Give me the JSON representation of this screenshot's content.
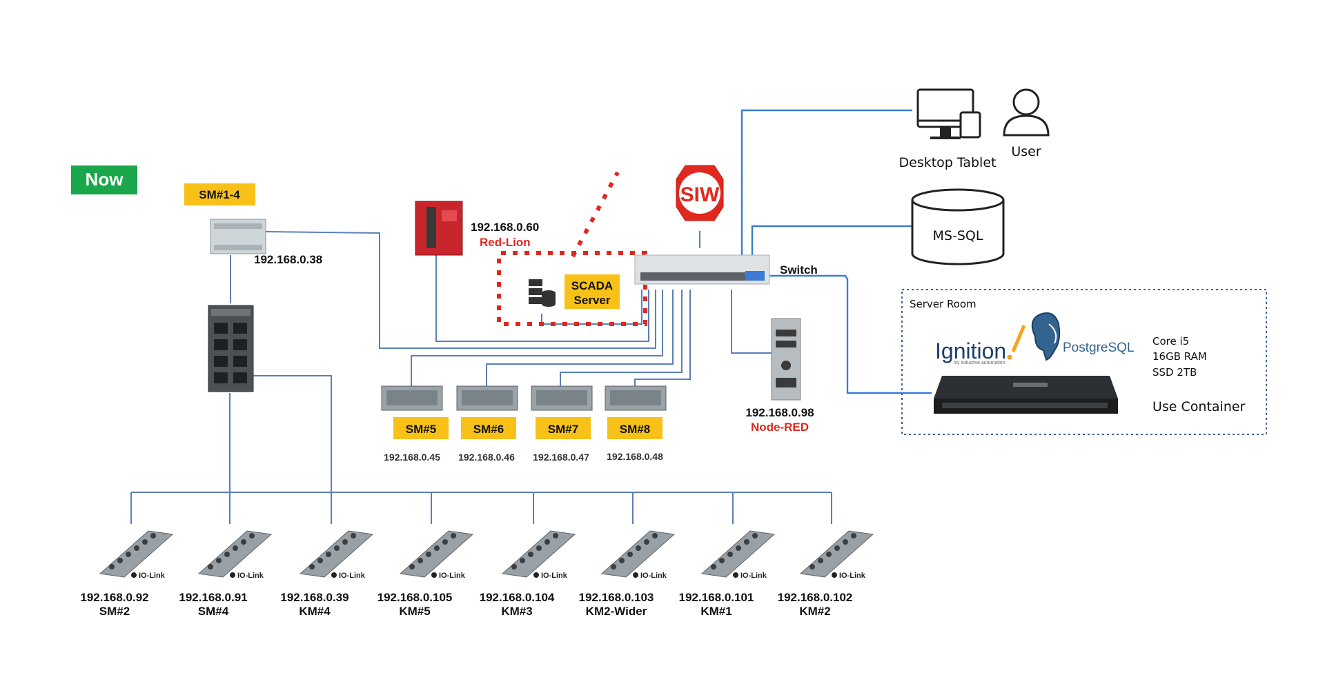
{
  "badge": {
    "now": "Now",
    "color": "#1aa64b"
  },
  "accent": {
    "tag_yellow": "#f7c118",
    "red": "#e0281f",
    "line_blue": "#3b7bd6"
  },
  "sm14": {
    "tag": "SM#1-4",
    "ip": "192.168.0.38"
  },
  "redlion": {
    "ip": "192.168.0.60",
    "name": "Red-Lion"
  },
  "scada": {
    "line1": "SCADA",
    "line2": "Server"
  },
  "siw": {
    "label": "SIW"
  },
  "switch": {
    "label": "Switch"
  },
  "nodered": {
    "ip": "192.168.0.98",
    "name": "Node-RED"
  },
  "plcs": [
    {
      "tag": "SM#5",
      "ip": "192.168.0.45"
    },
    {
      "tag": "SM#6",
      "ip": "192.168.0.46"
    },
    {
      "tag": "SM#7",
      "ip": "192.168.0.47"
    },
    {
      "tag": "SM#8",
      "ip": "192.168.0.48"
    }
  ],
  "iolink": {
    "logo": "IO-Link"
  },
  "iomodules": [
    {
      "ip": "192.168.0.92",
      "name": "SM#2"
    },
    {
      "ip": "192.168.0.91",
      "name": "SM#4"
    },
    {
      "ip": "192.168.0.39",
      "name": "KM#4"
    },
    {
      "ip": "192.168.0.105",
      "name": "KM#5"
    },
    {
      "ip": "192.168.0.104",
      "name": "KM#3"
    },
    {
      "ip": "192.168.0.103",
      "name": "KM2-Wider"
    },
    {
      "ip": "192.168.0.101",
      "name": "KM#1"
    },
    {
      "ip": "192.168.0.102",
      "name": "KM#2"
    }
  ],
  "clients": {
    "desktop_tablet": "Desktop Tablet",
    "user": "User"
  },
  "db": {
    "label": "MS-SQL"
  },
  "server_room": {
    "title": "Server Room",
    "ignition": "Ignition",
    "ignition_sub": "by inductive automation",
    "postgres": "PostgreSQL",
    "spec1": "Core i5",
    "spec2": "16GB RAM",
    "spec3": "SSD 2TB",
    "container": "Use Container"
  }
}
